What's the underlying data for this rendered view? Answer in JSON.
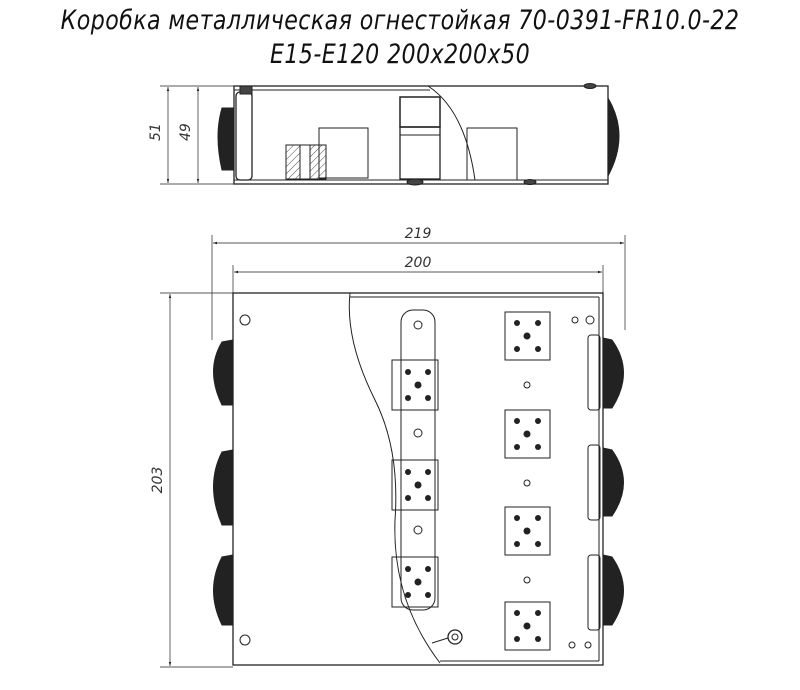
{
  "title": {
    "line1": "Коробка металлическая огнестойкая 70-0391-FR10.0-22",
    "line2": "E15-E120 200x200x50"
  },
  "dimensions": {
    "outer_height_side": "51",
    "inner_height_side": "49",
    "overall_width": "219",
    "body_width": "200",
    "overall_length": "203"
  },
  "colors": {
    "line": "#222222",
    "dimension_text": "#333333"
  }
}
